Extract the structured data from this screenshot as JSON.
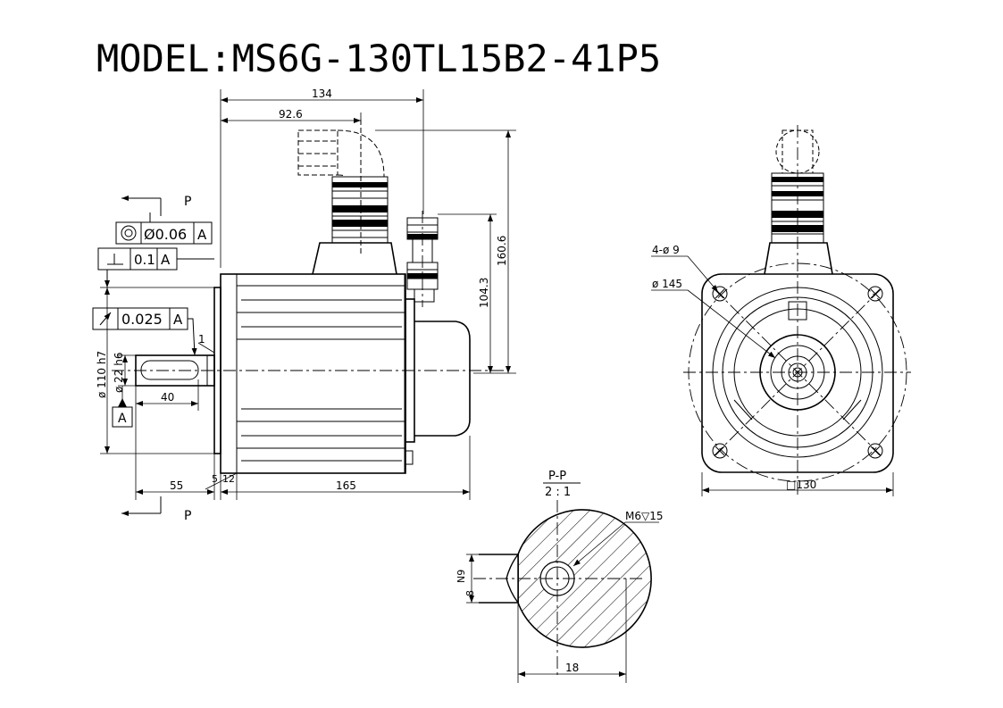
{
  "title": "MODEL:MS6G-130TL15B2-41P5",
  "section_labels": {
    "p_top": "P",
    "p_bottom": "P",
    "pp": "P-P",
    "scale": "2 : 1"
  },
  "tolerances": {
    "concentricity": "Ø0.06",
    "concentricity_ref": "A",
    "flatness": "0.1",
    "flatness_ref": "A",
    "runout": "0.025",
    "runout_ref": "A",
    "datum": "A"
  },
  "dimensions": {
    "d134": "134",
    "d92_6": "92.6",
    "d160_6": "160.6",
    "d104_3": "104.3",
    "d1": "1",
    "d110": "ø 110 h7",
    "d22": "ø 22 h6",
    "d40": "40",
    "d55": "55",
    "d5": "5",
    "d12": "12",
    "d165": "165",
    "holes": "4-ø 9",
    "d145": "ø 145",
    "d130": "□130",
    "m6": "M6▽15",
    "n9": "N9",
    "d8": "8",
    "d18": "18"
  }
}
